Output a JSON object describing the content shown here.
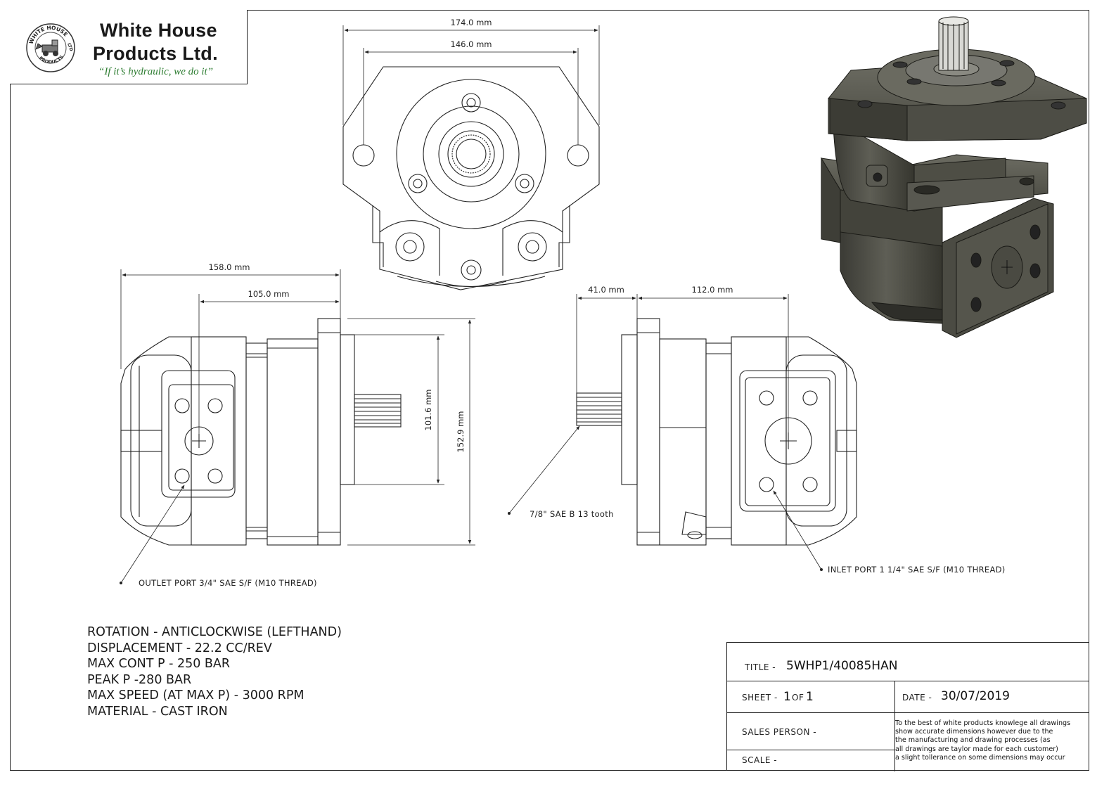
{
  "company": {
    "name_line1": "White House",
    "name_line2": "Products Ltd.",
    "tagline": "“If it’s hydraulic, we do it”",
    "seal_text_top": "WHITE HOUSE",
    "seal_text_right": "LTD",
    "seal_text_bottom": "PRODUCTS",
    "brand_color": "#2e7d32"
  },
  "dimensions": {
    "front_overall_width": "174.0 mm",
    "front_bolt_spacing": "146.0 mm",
    "side_overall_length": "158.0 mm",
    "side_port_offset": "105.0 mm",
    "pilot_diameter": "101.6 mm",
    "flange_height": "152.9 mm",
    "shaft_length": "41.0 mm",
    "body_length": "112.0 mm"
  },
  "callouts": {
    "shaft": "7/8\" SAE B 13 tooth",
    "outlet": "OUTLET PORT 3/4\" SAE S/F (M10 THREAD)",
    "inlet": "INLET PORT 1 1/4\" SAE S/F (M10 THREAD)"
  },
  "specs": [
    "ROTATION - ANTICLOCKWISE (LEFTHAND)",
    "DISPLACEMENT - 22.2 CC/REV",
    "MAX CONT P - 250 BAR",
    "PEAK P -280 BAR",
    "MAX SPEED (AT MAX P) - 3000 RPM",
    "MATERIAL - CAST IRON"
  ],
  "title_block": {
    "title_label": "TITLE -",
    "title_value": "5WHP1/40085HAN",
    "sheet_label": "SHEET -",
    "sheet_num": "1",
    "sheet_of": "OF",
    "sheet_total": "1",
    "date_label": "DATE -",
    "date_value": "30/07/2019",
    "sales_label": "SALES PERSON -",
    "scale_label": "SCALE -",
    "disclaimer": [
      "To the best of white products knowlege all drawings",
      "show accurate dimensions however due to the",
      "the manufacturing and drawing processes (as",
      "all drawings are taylor made for each customer)",
      "a slight tollerance on some dimensions may occur"
    ]
  }
}
